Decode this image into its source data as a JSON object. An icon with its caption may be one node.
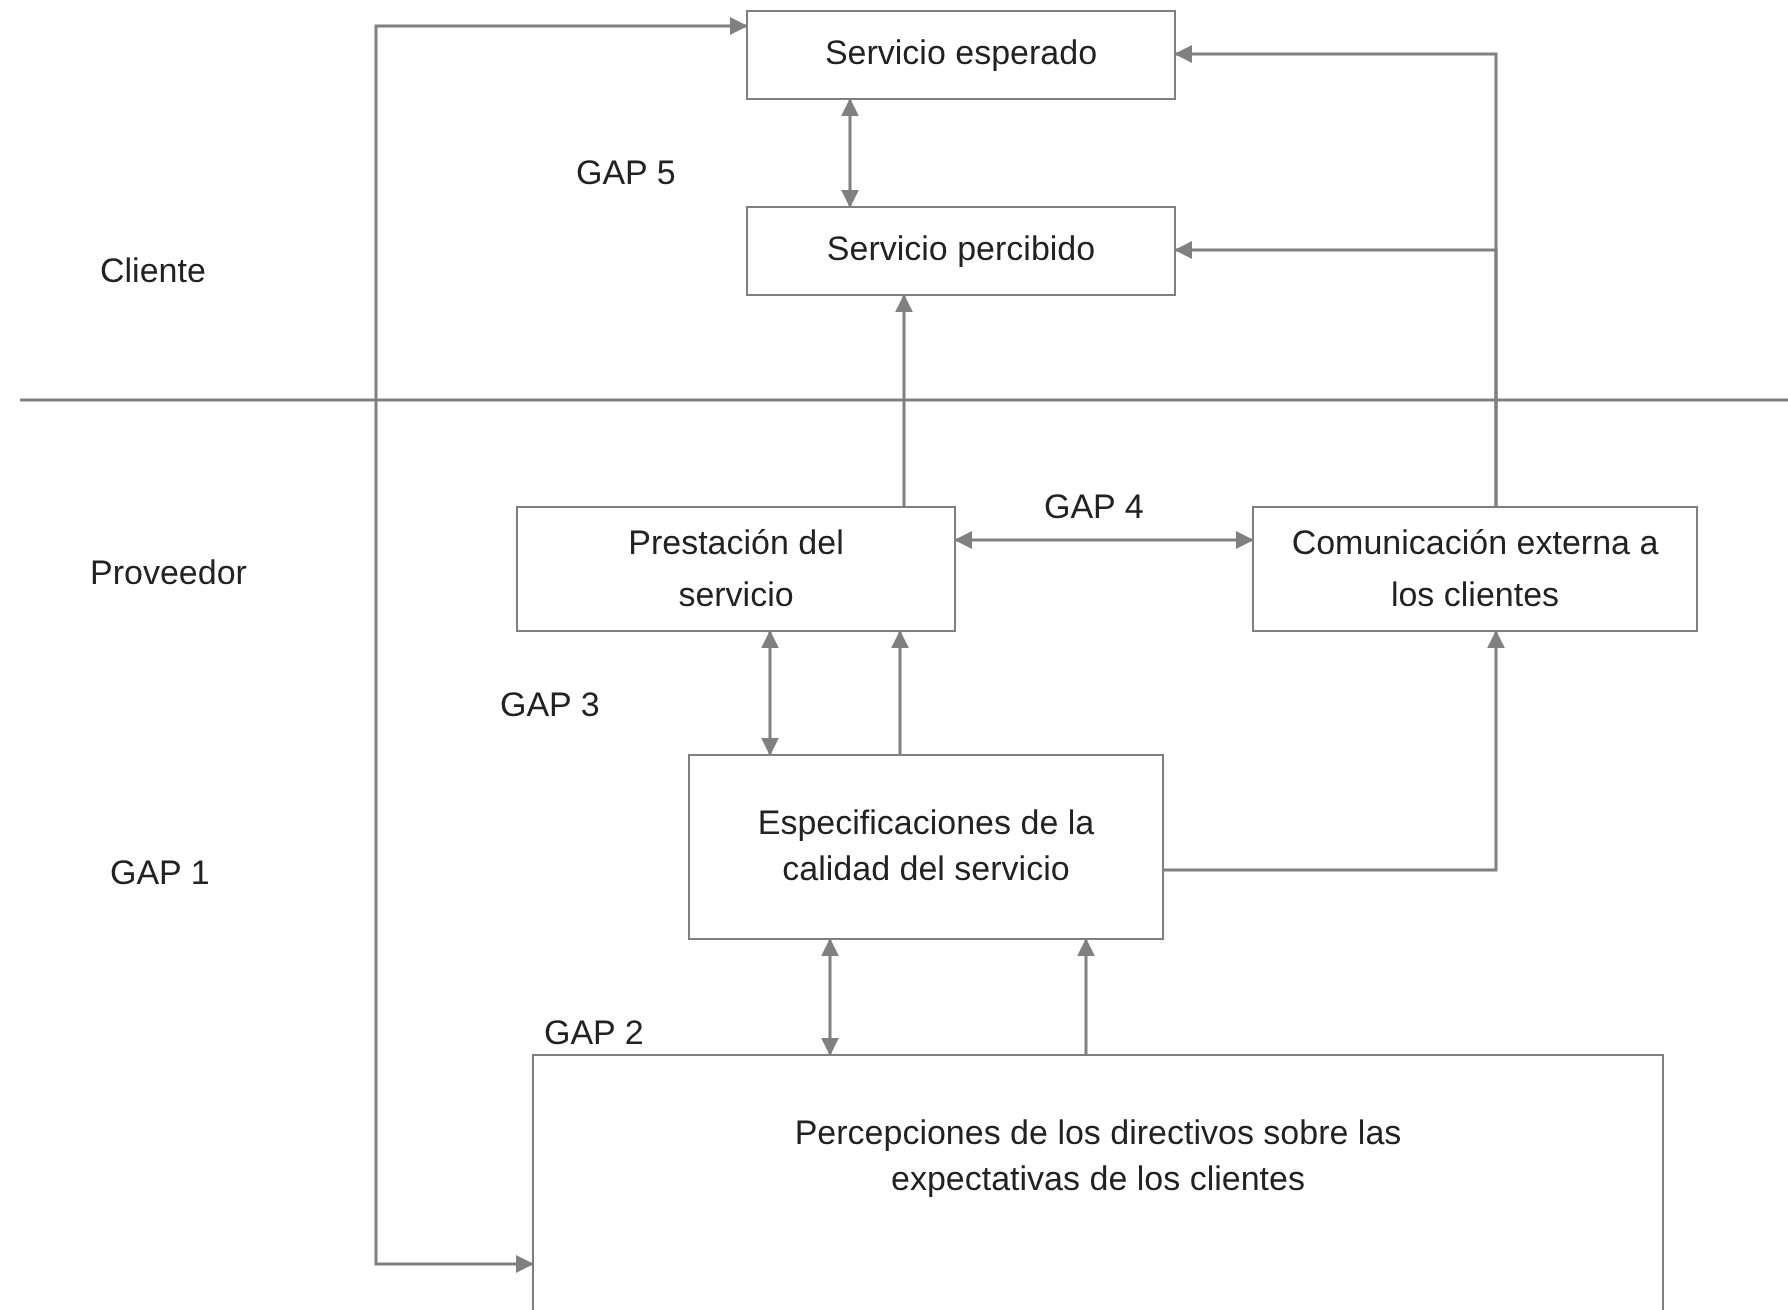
{
  "diagram": {
    "nodes": [
      {
        "text": [
          "Servicio esperado"
        ]
      },
      {
        "text": [
          "Servicio percibido"
        ]
      },
      {
        "text": [
          "Prestación del servicio"
        ]
      },
      {
        "text": [
          "Comunicación externa a los clientes"
        ]
      },
      {
        "text": [
          "Especificaciones de la calidad del servicio"
        ]
      },
      {
        "text": [
          "Percepciones de los directivos sobre las expectativas de los clientes"
        ]
      }
    ],
    "edges": [
      {
        "from": 0,
        "to": 1,
        "arrow": "both"
      },
      {
        "from": 2,
        "to": 1,
        "arrow": "to"
      },
      {
        "from": 2,
        "to": 3,
        "arrow": "both"
      },
      {
        "from": 3,
        "to": 0,
        "arrow": "to"
      },
      {
        "from": 3,
        "to": 1,
        "arrow": "to"
      },
      {
        "from": 2,
        "to": 4,
        "arrow": "both"
      },
      {
        "from": 4,
        "to": 2,
        "arrow": "to"
      },
      {
        "from": 4,
        "to": 3,
        "arrow": "to"
      },
      {
        "from": 5,
        "to": 4,
        "arrow": "both"
      },
      {
        "from": 5,
        "to": 4,
        "arrow": "to"
      },
      {
        "from": 0,
        "to": 5,
        "arrow": "both"
      }
    ],
    "labels": [
      "GAP 5",
      "Cliente",
      "Proveedor",
      "GAP 4",
      "GAP 3",
      "GAP 1",
      "GAP 2"
    ]
  }
}
